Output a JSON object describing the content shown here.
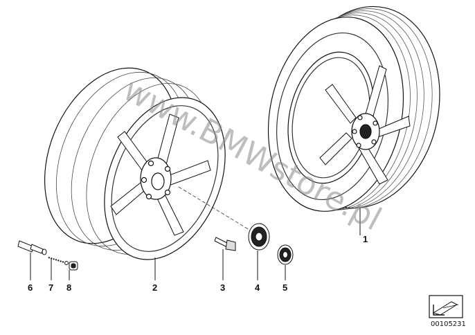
{
  "callouts": {
    "c1": "1",
    "c2": "2",
    "c3": "3",
    "c4": "4",
    "c5": "5",
    "c6": "6",
    "c7": "7",
    "c8": "8"
  },
  "watermark": "www.BMWstore.pl",
  "reference_number": "00105231",
  "icons": {
    "corner": "arrow-box-icon"
  }
}
